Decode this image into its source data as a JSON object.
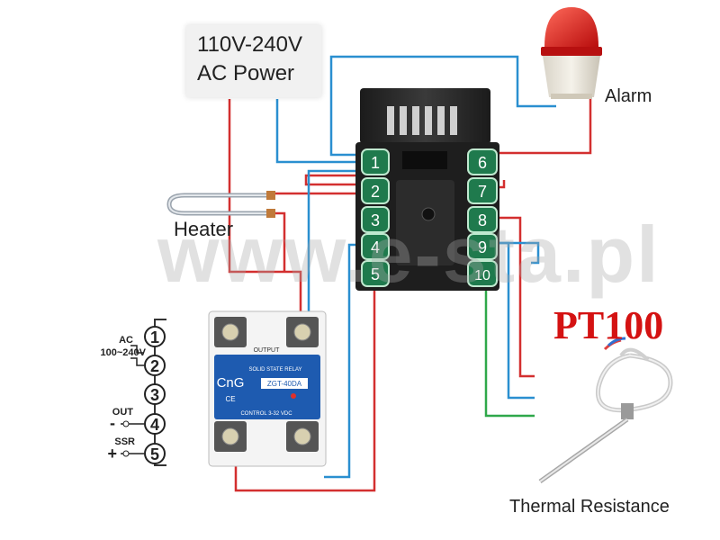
{
  "power": {
    "line1": "110V-240V",
    "line2": "AC  Power"
  },
  "labels": {
    "alarm": "Alarm",
    "heater": "Heater",
    "pt100": "PT100",
    "thermal": "Thermal Resistance",
    "watermark": "www.e-sta.pl"
  },
  "controller": {
    "left_terminals": [
      "1",
      "2",
      "3",
      "4",
      "5"
    ],
    "right_terminals": [
      "6",
      "7",
      "8",
      "9",
      "10"
    ]
  },
  "ssr": {
    "brand": "CnG",
    "ce": "CE",
    "title": "SOLID STATE RELAY",
    "model": "ZGT-40DA",
    "control": "CONTROL  3-32 VDC",
    "output": "OUTPUT"
  },
  "side_terminals": {
    "numbers": [
      "1",
      "2",
      "3",
      "4",
      "5"
    ],
    "ac_label": "AC",
    "ac_range": "100~240V",
    "out_label": "OUT",
    "ssr_label": "SSR",
    "minus": "-",
    "plus": "+"
  },
  "colors": {
    "red_wire": "#d32f2f",
    "blue_wire": "#2a8fd0",
    "green_wire": "#2fa84a",
    "terminal_green": "#1f7a4d",
    "ssr_blue": "#1e5bb0"
  }
}
